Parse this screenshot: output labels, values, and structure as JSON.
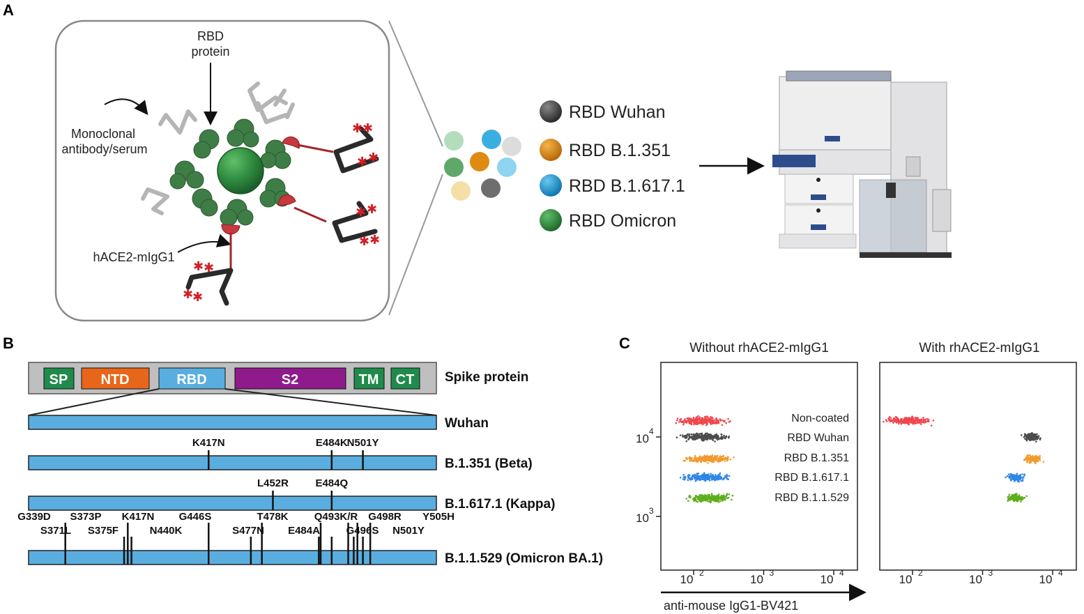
{
  "panels": {
    "a": "A",
    "b": "B",
    "c": "C"
  },
  "panel_a": {
    "rbd_protein": [
      "RBD",
      "protein"
    ],
    "antibody_label": [
      "Monoclonal",
      "antibody/serum"
    ],
    "hace2_label": "hACE2-mIgG1",
    "legend": [
      {
        "label": "RBD Wuhan",
        "color": "#4a4a4a"
      },
      {
        "label": "RBD B.1.351",
        "color": "#e08a12"
      },
      {
        "label": "RBD B.1.617.1",
        "color": "#1c9ad6"
      },
      {
        "label": "RBD Omicron",
        "color": "#2e8b3e"
      }
    ]
  },
  "panel_b": {
    "domains": [
      {
        "label": "SP",
        "color": "#1f8a4c"
      },
      {
        "label": "NTD",
        "color": "#e8661a"
      },
      {
        "label": "RBD",
        "color": "#5aaedf"
      },
      {
        "label": "S2",
        "color": "#8e1a8c"
      },
      {
        "label": "TM",
        "color": "#1f8a4c"
      },
      {
        "label": "CT",
        "color": "#1f8a4c"
      }
    ],
    "spike_label": "Spike protein",
    "variants": [
      {
        "name": "Wuhan",
        "mutations": []
      },
      {
        "name": "B.1.351 (Beta)",
        "mutations": [
          "K417N",
          "E484K",
          "N501Y"
        ]
      },
      {
        "name": "B.1.617.1 (Kappa)",
        "mutations": [
          "L452R",
          "E484Q"
        ]
      },
      {
        "name": "B.1.1.529 (Omicron BA.1)",
        "mutations": [
          "G339D",
          "S371L",
          "S373P",
          "S375F",
          "K417N",
          "N440K",
          "G446S",
          "S477N",
          "T478K",
          "E484A",
          "Q493K/R",
          "G496S",
          "G498R",
          "N501Y",
          "Y505H"
        ]
      }
    ]
  },
  "panel_c": {
    "plots": [
      {
        "title": "Without rhACE2-mIgG1"
      },
      {
        "title": "With rhACE2-mIgG1"
      }
    ],
    "series": [
      {
        "name": "Non-coated",
        "color": "#f0474f"
      },
      {
        "name": "RBD Wuhan",
        "color": "#4d4d4d"
      },
      {
        "name": "RBD B.1.351",
        "color": "#f39a2e"
      },
      {
        "name": "RBD B.1.617.1",
        "color": "#2f86e6"
      },
      {
        "name": "RBD B.1.1.529",
        "color": "#5fae1e"
      }
    ],
    "x_ticks": [
      "10",
      "10",
      "10"
    ],
    "x_exps": [
      "2",
      "3",
      "4"
    ],
    "y_ticks": [
      "10",
      "10"
    ],
    "y_exps": [
      "4",
      "3"
    ],
    "x_axis_title": "anti-mouse IgG1-BV421"
  },
  "chart_data": [
    {
      "type": "scatter",
      "title": "Without rhACE2-mIgG1",
      "xlabel": "anti-mouse IgG1-BV421",
      "xscale": "log",
      "yscale": "log",
      "series": [
        {
          "name": "Non-coated",
          "x_center": 130,
          "y_center": 16000
        },
        {
          "name": "RBD Wuhan",
          "x_center": 140,
          "y_center": 10000
        },
        {
          "name": "RBD B.1.351",
          "x_center": 160,
          "y_center": 5300
        },
        {
          "name": "RBD B.1.617.1",
          "x_center": 150,
          "y_center": 3100
        },
        {
          "name": "RBD B.1.1.529",
          "x_center": 170,
          "y_center": 1700
        }
      ]
    },
    {
      "type": "scatter",
      "title": "With rhACE2-mIgG1",
      "xlabel": "anti-mouse IgG1-BV421",
      "xscale": "log",
      "yscale": "log",
      "series": [
        {
          "name": "Non-coated",
          "x_center": 90,
          "y_center": 16000
        },
        {
          "name": "RBD Wuhan",
          "x_center": 5000,
          "y_center": 10000
        },
        {
          "name": "RBD B.1.351",
          "x_center": 5200,
          "y_center": 5300
        },
        {
          "name": "RBD B.1.617.1",
          "x_center": 3000,
          "y_center": 3100
        },
        {
          "name": "RBD B.1.1.529",
          "x_center": 3000,
          "y_center": 1700
        }
      ]
    }
  ]
}
